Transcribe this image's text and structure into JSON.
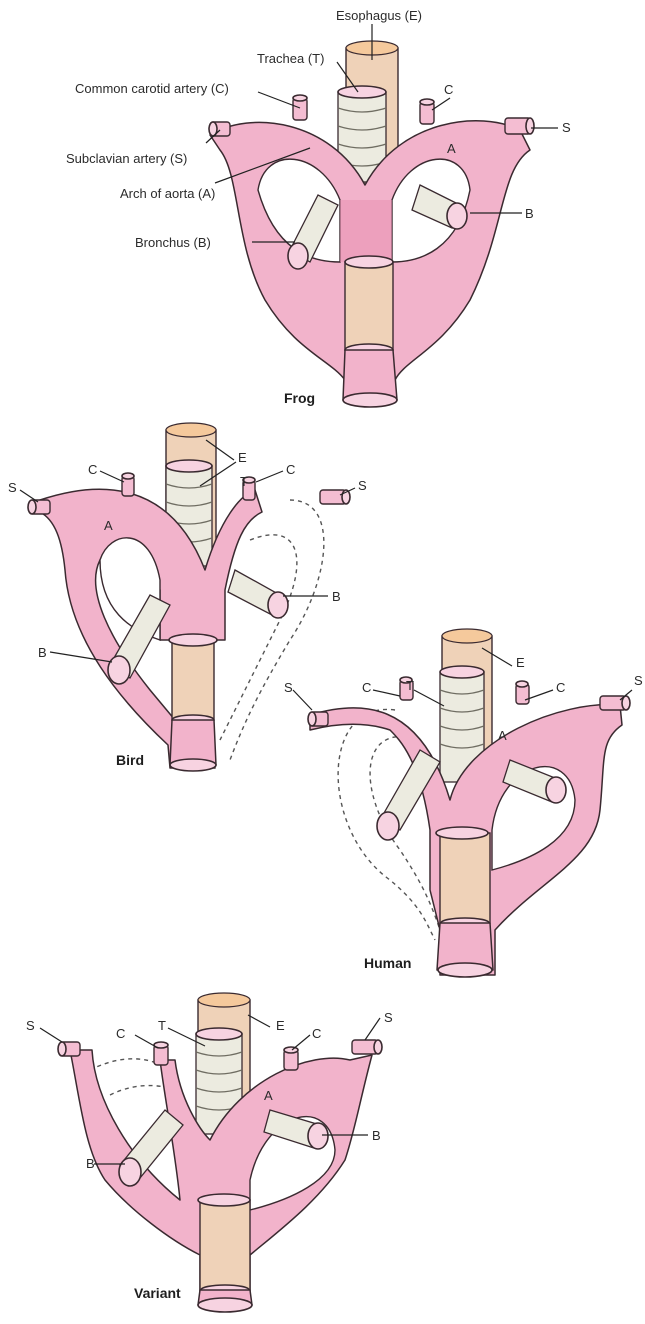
{
  "labels": {
    "esophagus": "Esophagus (E)",
    "trachea": "Trachea (T)",
    "common_carotid": "Common carotid artery (C)",
    "subclavian": "Subclavian artery (S)",
    "arch": "Arch of aorta (A)",
    "bronchus": "Bronchus (B)",
    "E": "E",
    "T": "T",
    "C": "C",
    "S": "S",
    "A": "A",
    "B": "B"
  },
  "panels": {
    "frog": "Frog",
    "bird": "Bird",
    "human": "Human",
    "variant": "Variant"
  },
  "colors": {
    "vessel": "#f2b3cb",
    "esophagus": "#efd2b8",
    "trachea": "#ecebe0"
  }
}
